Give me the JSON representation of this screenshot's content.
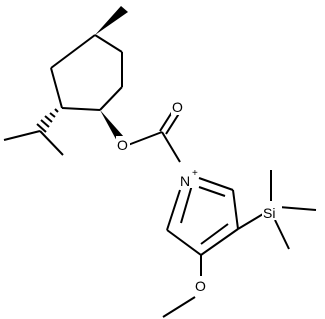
{
  "molecule": {
    "atoms": {
      "ester_oxygen": "O",
      "carbonyl_oxygen": "O",
      "pyridinium_nitrogen": "N",
      "nitrogen_charge": "+",
      "methoxy_oxygen": "O",
      "silicon": "Si"
    },
    "colors": {
      "bonds": "#000000",
      "background": "#ffffff"
    }
  }
}
